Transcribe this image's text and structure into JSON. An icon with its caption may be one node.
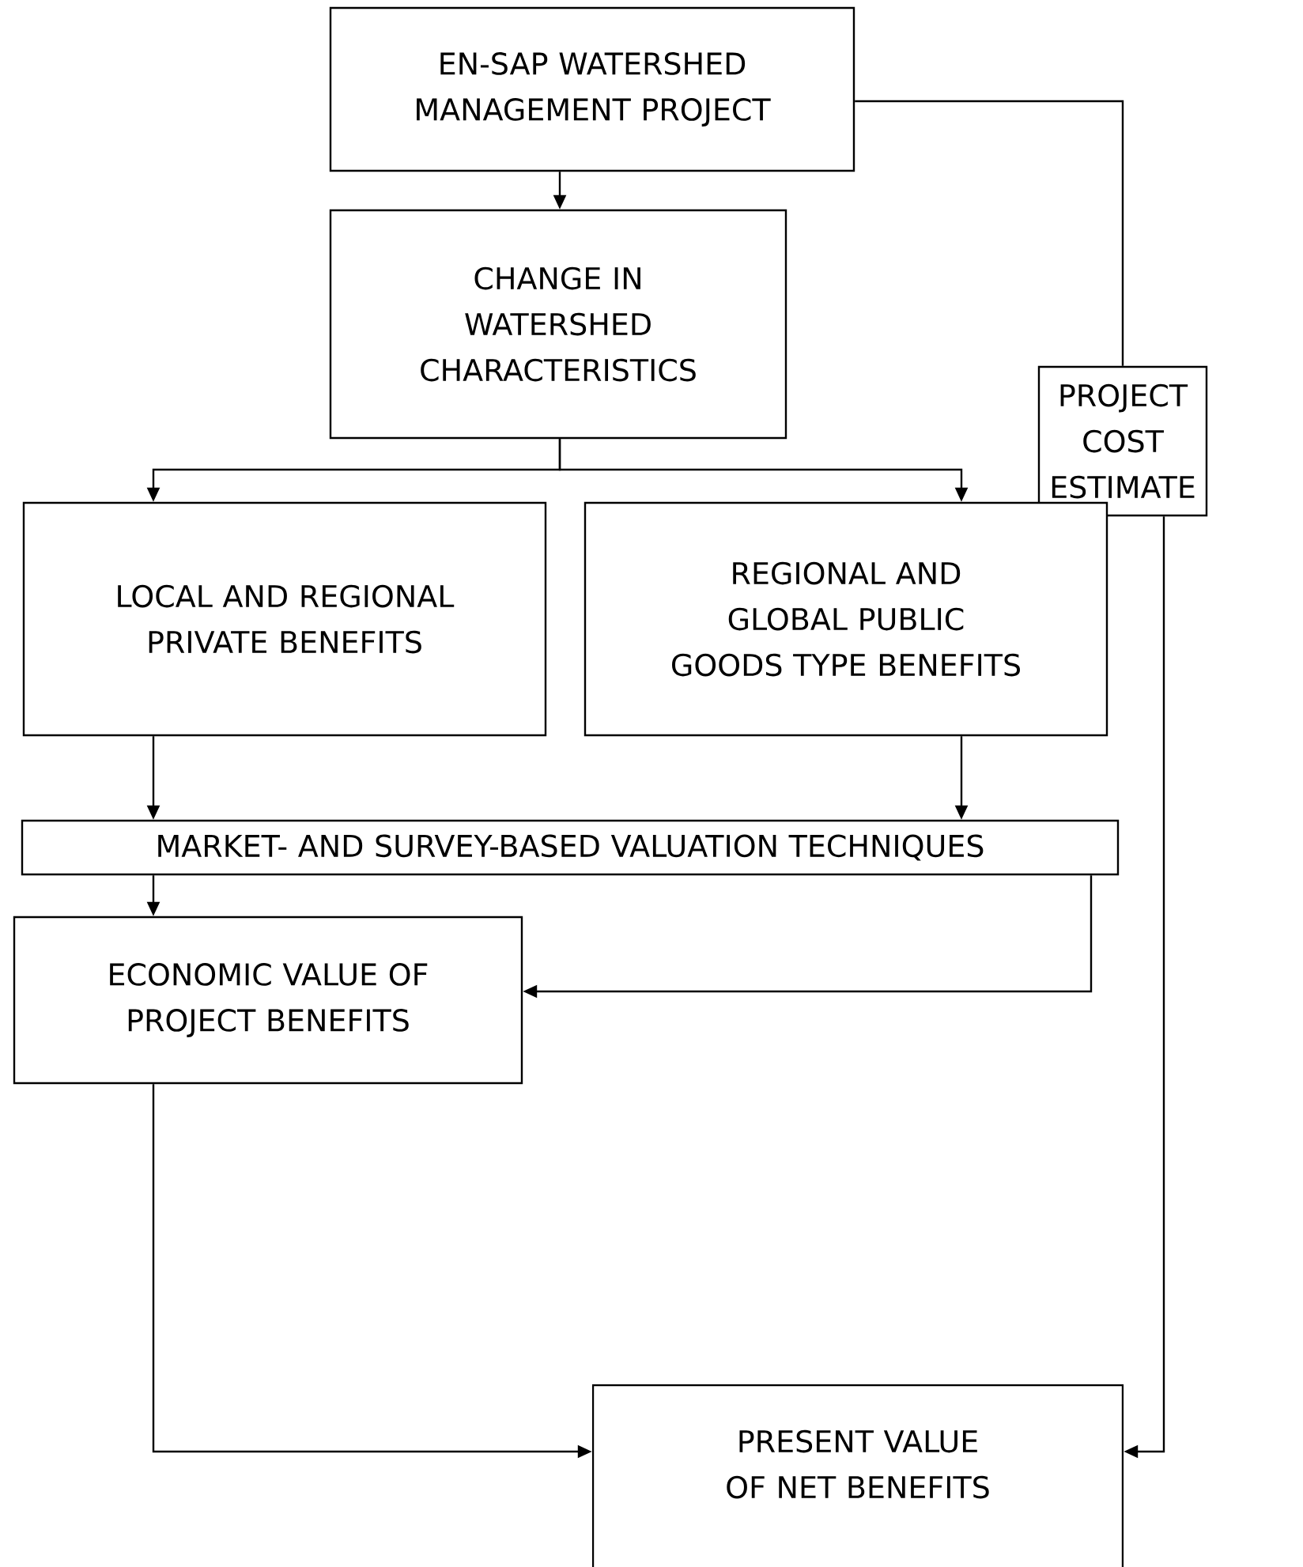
{
  "diagram": {
    "nodes": [
      {
        "text": [
          "EN-SAP WATERSHED MANAGEMENT PROJECT"
        ]
      },
      {
        "text": [
          "CHANGE IN WATERSHED CHARACTERISTICS"
        ]
      },
      {
        "text": [
          "PROJECT COST ESTIMATE"
        ]
      },
      {
        "text": [
          "LOCAL AND REGIONAL PRIVATE BENEFITS"
        ]
      },
      {
        "text": [
          "REGIONAL AND GLOBAL PUBLIC GOODS TYPE BENEFITS"
        ]
      },
      {
        "text": [
          "MARKET- AND SURVEY-BASED VALUATION TECHNIQUES"
        ]
      },
      {
        "text": [
          "ECONOMIC VALUE OF PROJECT BENEFITS"
        ]
      },
      {
        "text": [
          "PRESENT VALUE OF NET BENEFITS"
        ]
      }
    ],
    "edges": [
      {
        "from": 0,
        "to": 1,
        "arrow": "to"
      },
      {
        "from": 1,
        "to": 3,
        "arrow": "to"
      },
      {
        "from": 1,
        "to": 4,
        "arrow": "to"
      },
      {
        "from": 0,
        "to": 2,
        "arrow": "none"
      },
      {
        "from": 3,
        "to": 5,
        "arrow": "to"
      },
      {
        "from": 4,
        "to": 5,
        "arrow": "to"
      },
      {
        "from": 5,
        "to": 6,
        "arrow": "to"
      },
      {
        "from": 5,
        "to": 6,
        "arrow": "to"
      },
      {
        "from": 6,
        "to": 7,
        "arrow": "to"
      },
      {
        "from": 2,
        "to": 7,
        "arrow": "to"
      }
    ]
  }
}
